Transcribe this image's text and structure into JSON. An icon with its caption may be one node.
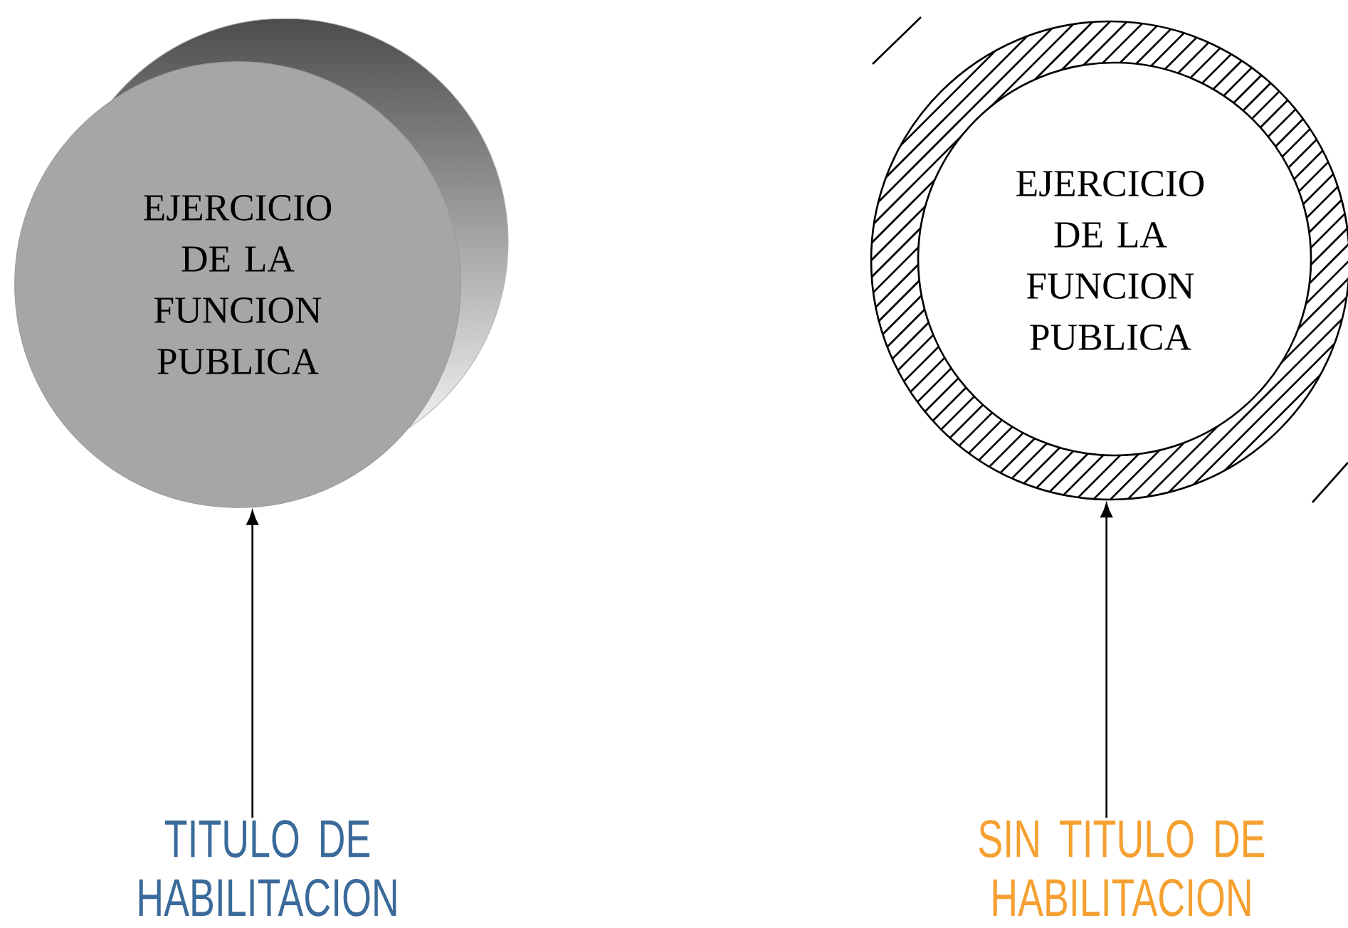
{
  "diagram": {
    "nodes": [
      {
        "text": [
          "EJERCICIO DE LA FUNCION PUBLICA"
        ]
      },
      {
        "text": [
          "TITULO DE HABILITACION"
        ]
      },
      {
        "text": [
          "EJERCICIO DE LA FUNCION PUBLICA"
        ]
      },
      {
        "text": [
          "SIN TITULO DE HABILITACION"
        ]
      }
    ],
    "edges": [
      {
        "from": 1,
        "to": 0,
        "arrow": "to"
      },
      {
        "from": 3,
        "to": 2,
        "arrow": "to"
      }
    ]
  }
}
